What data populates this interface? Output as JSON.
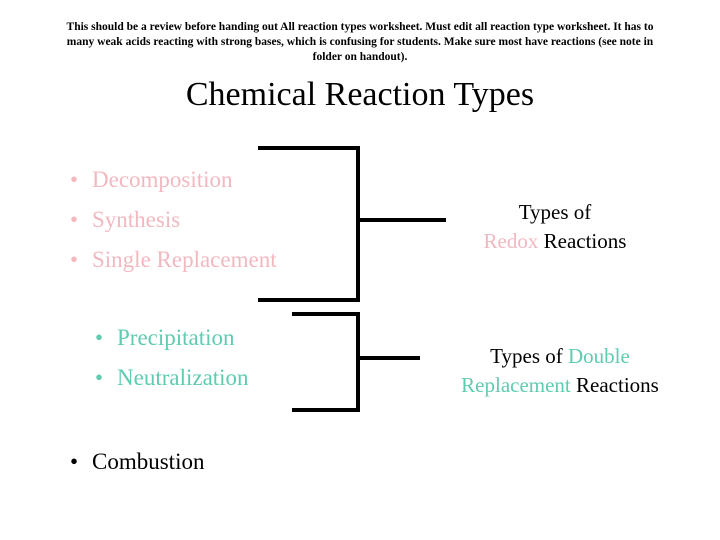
{
  "slide": {
    "presenter_note": "This should be a review before handing out All reaction types worksheet.  Must edit all reaction type worksheet.  It has to many weak acids reacting with strong bases, which is confusing for students.  Make sure most have reactions (see note in folder on handout).",
    "title": "Chemical Reaction Types",
    "bullet_char": "•",
    "groups": [
      {
        "name": "redox",
        "color": "#f2b8c0",
        "items": [
          "Decomposition",
          "Synthesis",
          "Single Replacement"
        ]
      },
      {
        "name": "double-replacement",
        "color": "#5fcbb0",
        "items": [
          "Precipitation",
          "Neutralization"
        ]
      },
      {
        "name": "combustion",
        "color": "#000000",
        "items": [
          "Combustion"
        ]
      }
    ],
    "labels": {
      "redox": {
        "line1": "Types of",
        "highlight": "Redox",
        "suffix": " Reactions"
      },
      "double": {
        "prefix": "Types of ",
        "highlight1": "Double",
        "highlight2": "Replacement",
        "suffix": " Reactions"
      }
    }
  }
}
